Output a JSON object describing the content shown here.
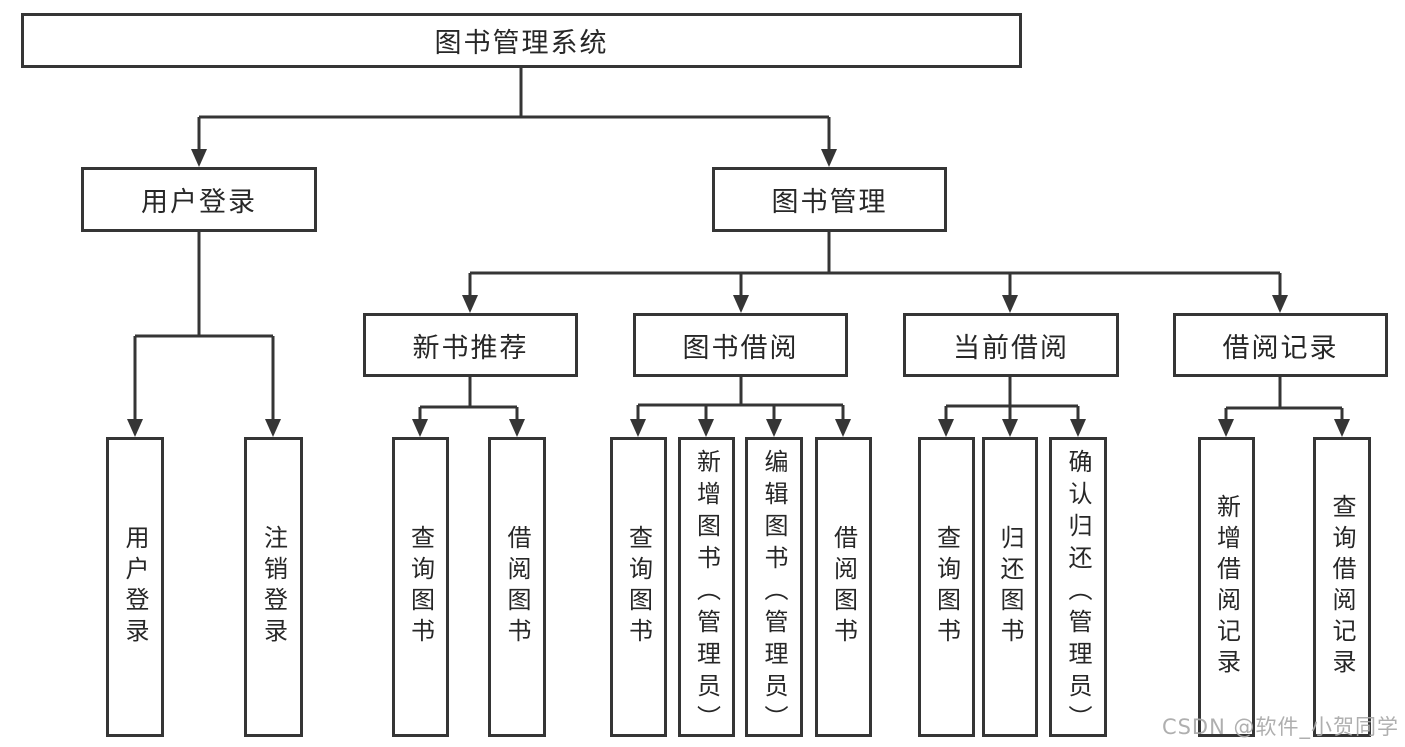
{
  "tree": {
    "label": "图书管理系统",
    "children": [
      {
        "label": "用户登录",
        "children": [
          {
            "label": "用户登录"
          },
          {
            "label": "注销登录"
          }
        ]
      },
      {
        "label": "图书管理",
        "children": [
          {
            "label": "新书推荐",
            "children": [
              {
                "label": "查询图书"
              },
              {
                "label": "借阅图书"
              }
            ]
          },
          {
            "label": "图书借阅",
            "children": [
              {
                "label": "查询图书"
              },
              {
                "label": "新增图书（管理员）"
              },
              {
                "label": "编辑图书（管理员）"
              },
              {
                "label": "借阅图书"
              }
            ]
          },
          {
            "label": "当前借阅",
            "children": [
              {
                "label": "查询图书"
              },
              {
                "label": "归还图书"
              },
              {
                "label": "确认归还（管理员）"
              }
            ]
          },
          {
            "label": "借阅记录",
            "children": [
              {
                "label": "新增借阅记录"
              },
              {
                "label": "查询借阅记录"
              }
            ]
          }
        ]
      }
    ]
  },
  "watermark": {
    "text": "CSDN @软件_小贺同学"
  },
  "colors": {
    "line": "#353535",
    "text": "#272727",
    "background": "#ffffff",
    "watermark": "#a8a8a8"
  }
}
